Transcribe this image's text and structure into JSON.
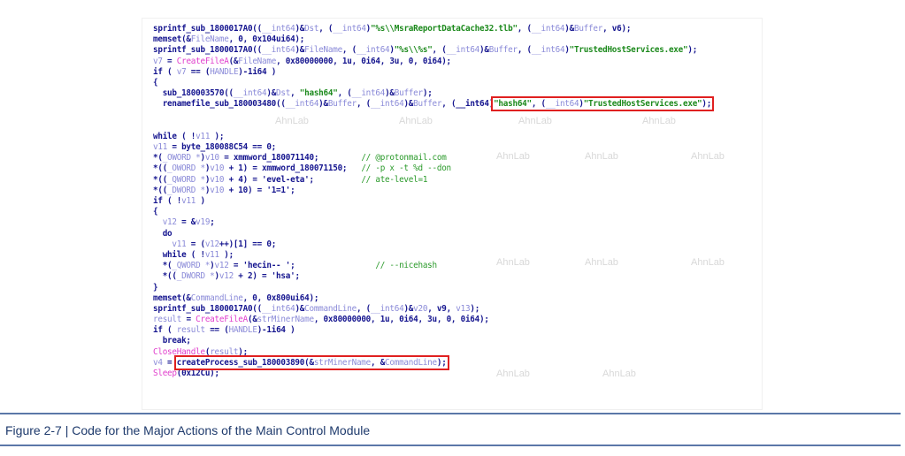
{
  "watermark": "AhnLab",
  "code_lines": [
    {
      "segs": [
        [
          "sprintf_sub_1800017A0((",
          "k"
        ],
        [
          "__int64",
          "v"
        ],
        [
          ")&",
          "k"
        ],
        [
          "Dst",
          "v"
        ],
        [
          ", (",
          "k"
        ],
        [
          "__int64",
          "v"
        ],
        [
          ")",
          "k"
        ],
        [
          "\"%s\\\\MsraReportDataCache32.tlb\"",
          "s"
        ],
        [
          ", (",
          "k"
        ],
        [
          "__int64",
          "v"
        ],
        [
          ")&",
          "k"
        ],
        [
          "Buffer",
          "v"
        ],
        [
          ", v6);",
          "k"
        ]
      ]
    },
    {
      "segs": [
        [
          "memset(&",
          "k"
        ],
        [
          "FileName",
          "v"
        ],
        [
          ", 0, 0x104ui64);",
          "k"
        ]
      ]
    },
    {
      "segs": [
        [
          "sprintf_sub_1800017A0((",
          "k"
        ],
        [
          "__int64",
          "v"
        ],
        [
          ")&",
          "k"
        ],
        [
          "FileName",
          "v"
        ],
        [
          ", (",
          "k"
        ],
        [
          "__int64",
          "v"
        ],
        [
          ")",
          "k"
        ],
        [
          "\"%s\\\\%s\"",
          "s"
        ],
        [
          ", (",
          "k"
        ],
        [
          "__int64",
          "v"
        ],
        [
          ")&",
          "k"
        ],
        [
          "Buffer",
          "v"
        ],
        [
          ", (",
          "k"
        ],
        [
          "__int64",
          "v"
        ],
        [
          ")",
          "k"
        ],
        [
          "\"TrustedHostServices.exe\"",
          "s"
        ],
        [
          ");",
          "k"
        ]
      ]
    },
    {
      "segs": [
        [
          "v7",
          "v"
        ],
        [
          " = ",
          "k"
        ],
        [
          "CreateFileA",
          "f"
        ],
        [
          "(&",
          "k"
        ],
        [
          "FileName",
          "v"
        ],
        [
          ", 0x80000000, 1u, 0i64, 3u, 0, 0i64);",
          "k"
        ]
      ]
    },
    {
      "segs": [
        [
          "if ( ",
          "k"
        ],
        [
          "v7",
          "v"
        ],
        [
          " == (",
          "k"
        ],
        [
          "HANDLE",
          "v"
        ],
        [
          ")-1i64 )",
          "k"
        ]
      ]
    },
    {
      "segs": [
        [
          "{",
          "k"
        ]
      ]
    },
    {
      "segs": [
        [
          "  sub_180003570((",
          "k"
        ],
        [
          "__int64",
          "v"
        ],
        [
          ")&",
          "k"
        ],
        [
          "Dst",
          "v"
        ],
        [
          ", ",
          "k"
        ],
        [
          "\"hash64\"",
          "s"
        ],
        [
          ", (",
          "k"
        ],
        [
          "__int64",
          "v"
        ],
        [
          ")&",
          "k"
        ],
        [
          "Buffer",
          "v"
        ],
        [
          ");",
          "k"
        ]
      ]
    },
    {
      "box_from": 8,
      "segs": [
        [
          "  renamefile_sub_180003480((",
          "k"
        ],
        [
          "__int64",
          "v"
        ],
        [
          ")&",
          "k"
        ],
        [
          "Buffer",
          "v"
        ],
        [
          ", (",
          "k"
        ],
        [
          "__int64",
          "v"
        ],
        [
          ")&",
          "k"
        ],
        [
          "Buffer",
          "v"
        ],
        [
          "\"hash64\"",
          "s"
        ],
        [
          ", (",
          "k"
        ],
        [
          "__int64",
          "v"
        ],
        [
          ")",
          "k"
        ],
        [
          "\"TrustedHostServices.exe\"",
          "s"
        ],
        [
          ");",
          "k"
        ]
      ],
      "pre_box": ", (__int64)"
    },
    {
      "segs": []
    },
    {
      "segs": []
    },
    {
      "segs": [
        [
          "while ( !",
          "k"
        ],
        [
          "v11",
          "v"
        ],
        [
          " );",
          "k"
        ]
      ]
    },
    {
      "segs": [
        [
          "v11",
          "v"
        ],
        [
          " = byte_180088C54 == 0;",
          "k"
        ]
      ]
    },
    {
      "segs": [
        [
          "*(",
          "k"
        ],
        [
          "_OWORD *",
          "v"
        ],
        [
          ")",
          "k"
        ],
        [
          "v10",
          "v"
        ],
        [
          " = xmmword_180071140;         ",
          "k"
        ],
        [
          "// @protonmail.com",
          "c"
        ]
      ]
    },
    {
      "segs": [
        [
          "*((",
          "k"
        ],
        [
          "_OWORD *",
          "v"
        ],
        [
          ")",
          "k"
        ],
        [
          "v10",
          "v"
        ],
        [
          " + 1) = xmmword_180071150;   ",
          "k"
        ],
        [
          "// -p x -t %d --don",
          "c"
        ]
      ]
    },
    {
      "segs": [
        [
          "*((",
          "k"
        ],
        [
          "_QWORD *",
          "v"
        ],
        [
          ")",
          "k"
        ],
        [
          "v10",
          "v"
        ],
        [
          " + 4) = 'evel-eta';          ",
          "k"
        ],
        [
          "// ate-level=1",
          "c"
        ]
      ]
    },
    {
      "segs": [
        [
          "*((",
          "k"
        ],
        [
          "_DWORD *",
          "v"
        ],
        [
          ")",
          "k"
        ],
        [
          "v10",
          "v"
        ],
        [
          " + 10) = '1=1';",
          "k"
        ]
      ]
    },
    {
      "segs": [
        [
          "if ( !",
          "k"
        ],
        [
          "v11",
          "v"
        ],
        [
          " )",
          "k"
        ]
      ]
    },
    {
      "segs": [
        [
          "{",
          "k"
        ]
      ]
    },
    {
      "segs": [
        [
          "  ",
          "k"
        ],
        [
          "v12",
          "v"
        ],
        [
          " = &",
          "k"
        ],
        [
          "v19",
          "v"
        ],
        [
          ";",
          "k"
        ]
      ]
    },
    {
      "segs": [
        [
          "  do",
          "k"
        ]
      ]
    },
    {
      "segs": [
        [
          "    ",
          "k"
        ],
        [
          "v11",
          "v"
        ],
        [
          " = (",
          "k"
        ],
        [
          "v12",
          "v"
        ],
        [
          "++)[1] == 0;",
          "k"
        ]
      ]
    },
    {
      "segs": [
        [
          "  while ( !",
          "k"
        ],
        [
          "v11",
          "v"
        ],
        [
          " );",
          "k"
        ]
      ]
    },
    {
      "segs": [
        [
          "  *(",
          "k"
        ],
        [
          "_QWORD *",
          "v"
        ],
        [
          ")",
          "k"
        ],
        [
          "v12",
          "v"
        ],
        [
          " = 'hecin-- ';                 ",
          "k"
        ],
        [
          "// --nicehash",
          "c"
        ]
      ]
    },
    {
      "segs": [
        [
          "  *((",
          "k"
        ],
        [
          "_DWORD *",
          "v"
        ],
        [
          ")",
          "k"
        ],
        [
          "v12",
          "v"
        ],
        [
          " + 2) = 'hsa';",
          "k"
        ]
      ]
    },
    {
      "segs": [
        [
          "}",
          "k"
        ]
      ]
    },
    {
      "segs": [
        [
          "memset(&",
          "k"
        ],
        [
          "CommandLine",
          "v"
        ],
        [
          ", 0, 0x800ui64);",
          "k"
        ]
      ]
    },
    {
      "segs": [
        [
          "sprintf_sub_1800017A0((",
          "k"
        ],
        [
          "__int64",
          "v"
        ],
        [
          ")&",
          "k"
        ],
        [
          "CommandLine",
          "v"
        ],
        [
          ", (",
          "k"
        ],
        [
          "__int64",
          "v"
        ],
        [
          ")&",
          "k"
        ],
        [
          "v20",
          "v"
        ],
        [
          ", v9, ",
          "k"
        ],
        [
          "v13",
          "v"
        ],
        [
          ");",
          "k"
        ]
      ]
    },
    {
      "segs": [
        [
          "result",
          "v"
        ],
        [
          " = ",
          "k"
        ],
        [
          "CreateFileA",
          "f"
        ],
        [
          "(&",
          "k"
        ],
        [
          "strMinerName",
          "v"
        ],
        [
          ", 0x80000000, 1u, 0i64, 3u, 0, 0i64);",
          "k"
        ]
      ]
    },
    {
      "segs": [
        [
          "if ( ",
          "k"
        ],
        [
          "result",
          "v"
        ],
        [
          " == (",
          "k"
        ],
        [
          "HANDLE",
          "v"
        ],
        [
          ")-1i64 )",
          "k"
        ]
      ]
    },
    {
      "segs": [
        [
          "  break;",
          "k"
        ]
      ]
    },
    {
      "segs": [
        [
          "CloseHandle",
          "f"
        ],
        [
          "(",
          "k"
        ],
        [
          "result",
          "v"
        ],
        [
          ");",
          "k"
        ]
      ]
    },
    {
      "box_from": 2,
      "segs": [
        [
          "v4",
          "v"
        ],
        [
          " = ",
          "k"
        ],
        [
          "createProcess_sub_180003890(&",
          "k"
        ],
        [
          "strMinerName",
          "v"
        ],
        [
          ", &",
          "k"
        ],
        [
          "CommandLine",
          "v"
        ],
        [
          ");",
          "k"
        ]
      ]
    },
    {
      "segs": [
        [
          "Sleep",
          "f"
        ],
        [
          "(0x12Cu);",
          "k"
        ]
      ]
    }
  ],
  "caption": "Figure 2-7  |  Code for the Major Actions of the Main Control Module"
}
